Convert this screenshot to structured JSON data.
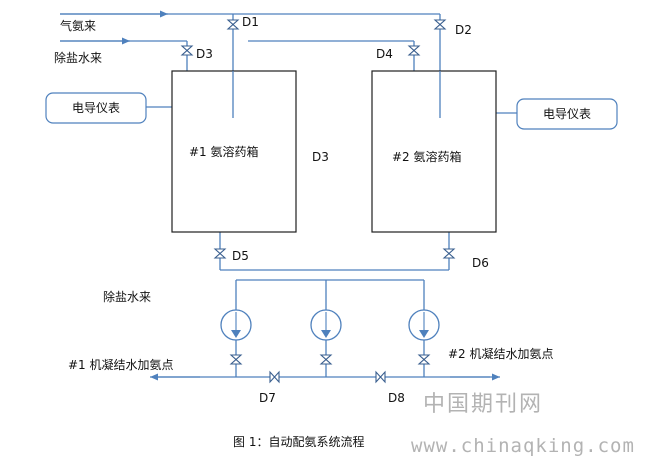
{
  "labels": {
    "ammonia_gas_in": "气氨来",
    "demin_water_in_top": "除盐水来",
    "demin_water_in_mid": "除盐水来",
    "tank1": "#1 氨溶药箱",
    "tank2": "#2 氨溶药箱",
    "instrument_left": "电导仪表",
    "instrument_right": "电导仪表",
    "condensate1": "#1 机凝结水加氨点",
    "condensate2": "#2 机凝结水加氨点"
  },
  "valves": {
    "d1": "D1",
    "d2": "D2",
    "d3_top": "D3",
    "d3_side": "D3",
    "d4": "D4",
    "d5": "D5",
    "d6": "D6",
    "d7": "D7",
    "d8": "D8"
  },
  "caption": "图 1：自动配氨系统流程",
  "watermark": {
    "cn": "中国期刊网",
    "url": "www.chinaqking.com"
  },
  "colors": {
    "pipe": "#4f81bd",
    "outline": "#1f1f1f"
  }
}
